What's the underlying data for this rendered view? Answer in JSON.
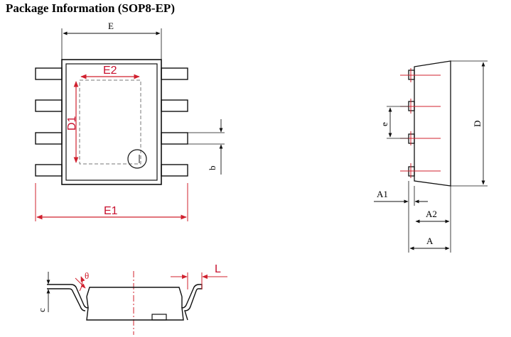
{
  "title": "Package Information (SOP8-EP)",
  "colors": {
    "outline": "#111111",
    "dimension_red": "#d0202e",
    "background": "#ffffff"
  },
  "top_view": {
    "labels": {
      "E": "E",
      "E2": "E2",
      "D1": "D1",
      "E1": "E1",
      "b": "b"
    }
  },
  "side_view": {
    "labels": {
      "D": "D",
      "e": "e",
      "A1": "A1",
      "A2": "A2",
      "A": "A"
    }
  },
  "front_view": {
    "labels": {
      "L": "L",
      "theta": "θ",
      "c": "c"
    }
  }
}
